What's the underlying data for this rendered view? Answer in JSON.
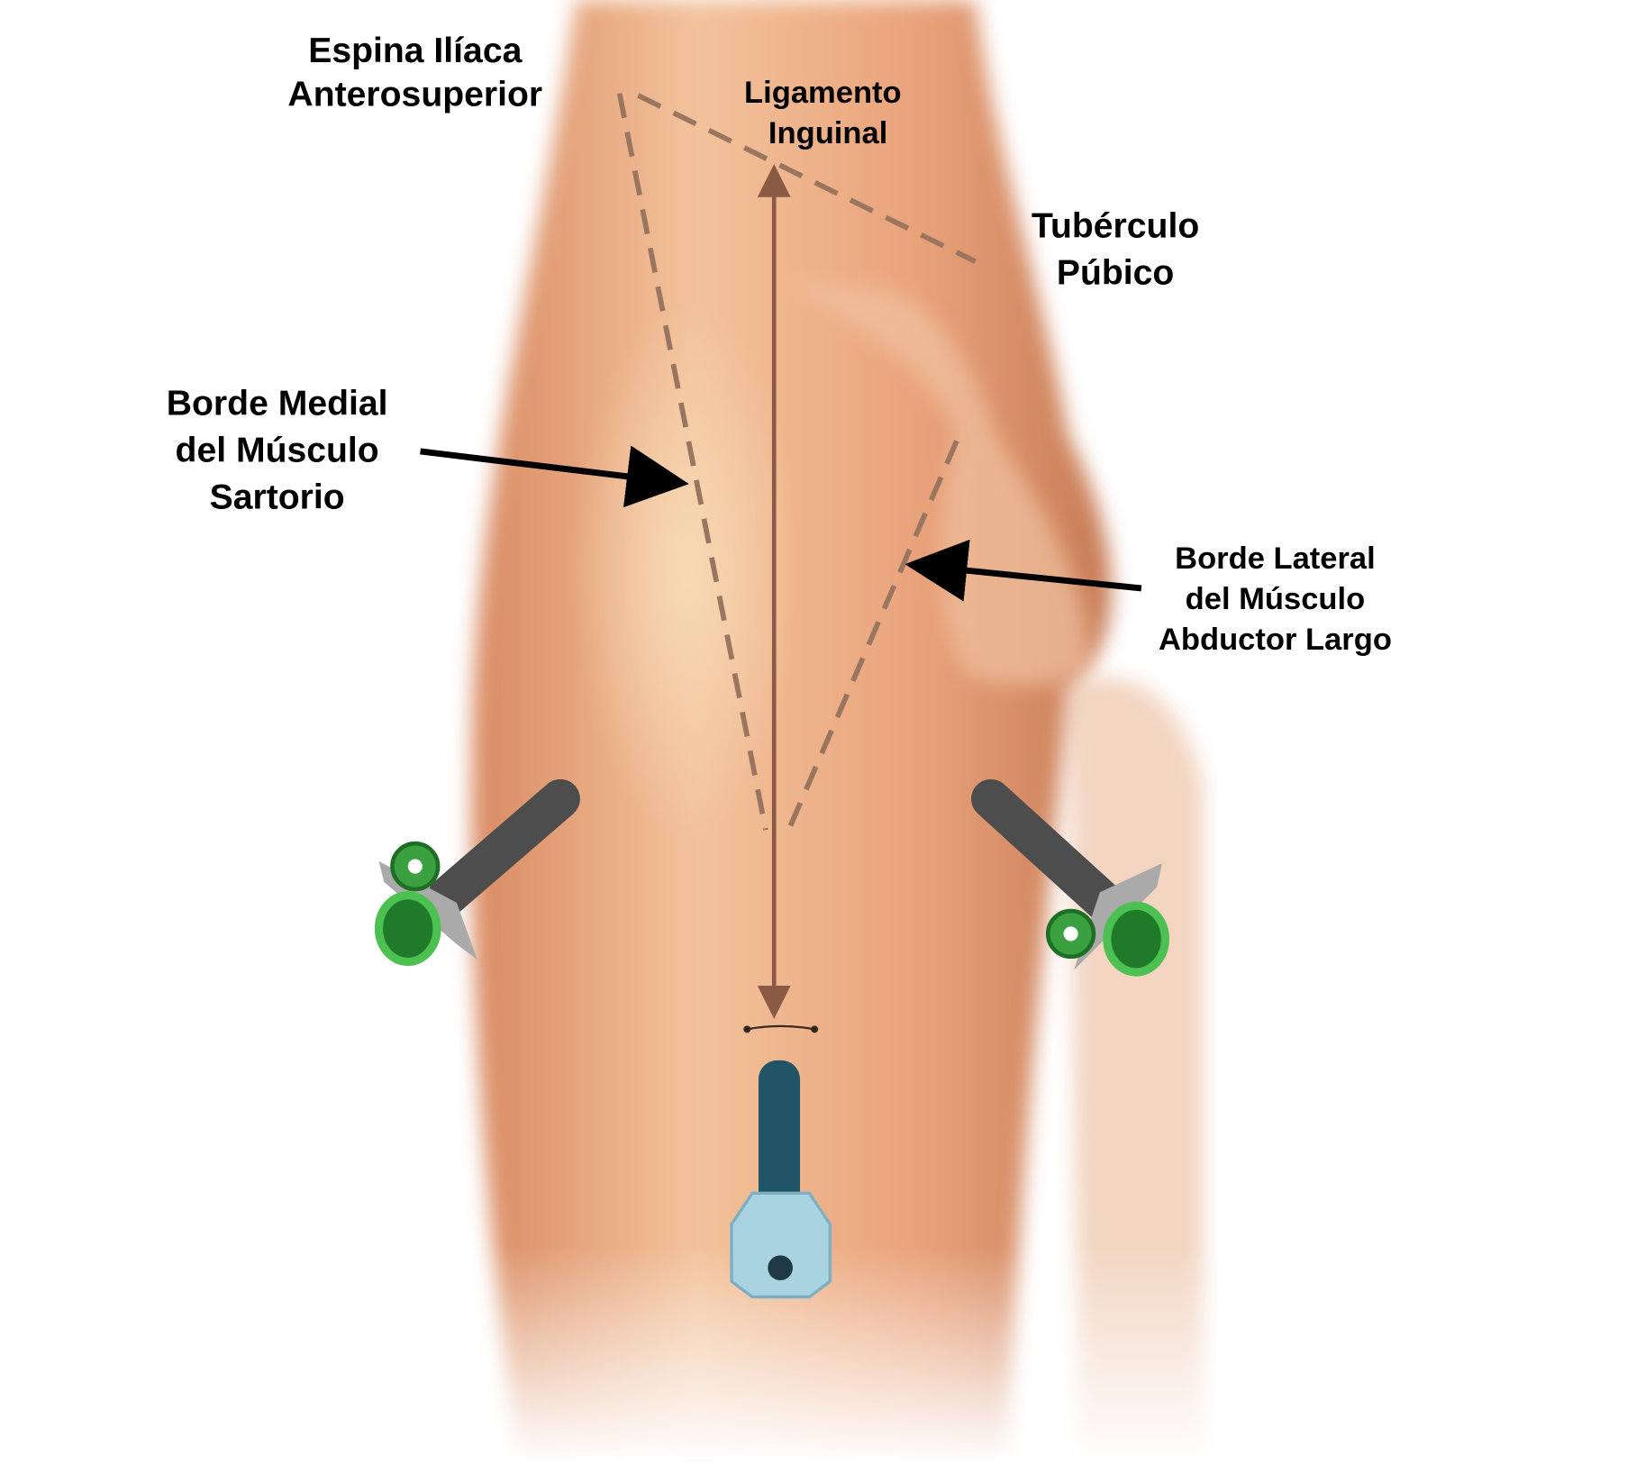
{
  "labels": {
    "asis": [
      "Espina Ilíaca",
      "Anterosuperior"
    ],
    "ligament": [
      "Ligamento",
      "Inguinal"
    ],
    "pubic": [
      "Tubérculo",
      "Púbico"
    ],
    "sartorius": [
      "Borde Medial",
      "del Músculo",
      "Sartorio"
    ],
    "adductor": [
      "Borde Lateral",
      "del Músculo",
      "Abductor Largo"
    ]
  },
  "colors": {
    "skin": "#e9a27a",
    "skin_light": "#f6d3ae",
    "dash": "#9a7560",
    "measure": "#8a5a45",
    "trocar_gray": "#555555",
    "trocar_green": "#3aa040",
    "scope_tube": "#1f5566",
    "scope_head": "#a9d3e0"
  }
}
